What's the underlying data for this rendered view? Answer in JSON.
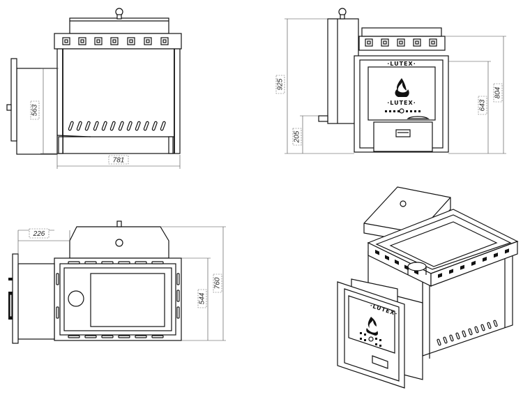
{
  "brand_text": "·LUTEX·",
  "brand_text_small": "·LUTEX·",
  "front_view": {
    "width_label": "781",
    "door_height_label": "563"
  },
  "side_view": {
    "total_height_label": "925",
    "height_body_label": "804",
    "firebox_height_label": "643",
    "door_bottom_label": "205"
  },
  "top_view": {
    "offset_label": "226",
    "depth_label": "760",
    "inner_depth_label": "544"
  },
  "colors": {
    "line": "#111111",
    "dimension": "#444444",
    "background": "#ffffff"
  }
}
